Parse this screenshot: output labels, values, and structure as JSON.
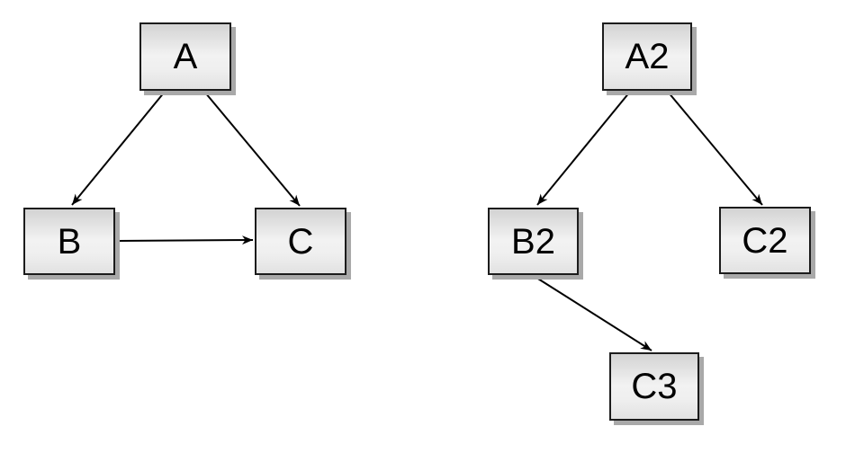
{
  "diagrams": [
    {
      "name": "left-graph",
      "nodes": [
        {
          "id": "A",
          "label": "A"
        },
        {
          "id": "B",
          "label": "B"
        },
        {
          "id": "C",
          "label": "C"
        }
      ],
      "edges": [
        {
          "from": "A",
          "to": "B"
        },
        {
          "from": "A",
          "to": "C"
        },
        {
          "from": "B",
          "to": "C"
        }
      ]
    },
    {
      "name": "right-graph",
      "nodes": [
        {
          "id": "A2",
          "label": "A2"
        },
        {
          "id": "B2",
          "label": "B2"
        },
        {
          "id": "C2",
          "label": "C2"
        },
        {
          "id": "C3",
          "label": "C3"
        }
      ],
      "edges": [
        {
          "from": "A2",
          "to": "B2"
        },
        {
          "from": "A2",
          "to": "C2"
        },
        {
          "from": "B2",
          "to": "C3"
        }
      ]
    }
  ],
  "colors": {
    "background": "#ffffff",
    "node_border": "#1c1c1c",
    "node_fill_light": "#f2f2f2",
    "node_fill_dark": "#d3d3d3",
    "node_shadow": "#a9a9a9",
    "edge_stroke": "#000000",
    "label_text": "#000000"
  }
}
